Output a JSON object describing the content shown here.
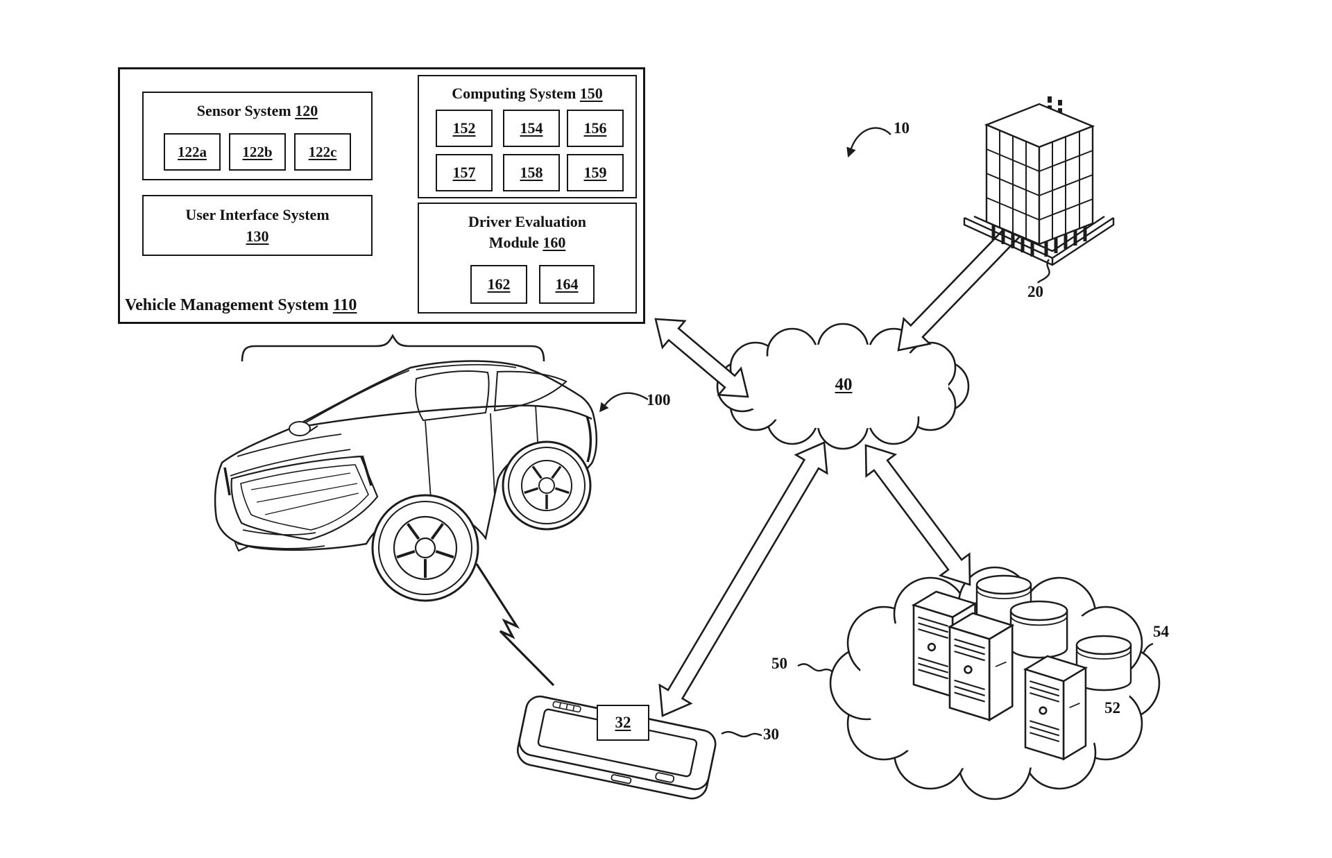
{
  "figure": {
    "labels": {
      "system_overview": "10",
      "remote_facility": "20",
      "mobile_device": "30",
      "mobile_app": "32",
      "network": "40",
      "cloud_system": "50",
      "server": "52",
      "datastore": "54",
      "vehicle": "100"
    },
    "vms": {
      "title": "Vehicle Management System",
      "ref": "110",
      "sensor_system": {
        "title": "Sensor System",
        "ref": "120",
        "sensors": [
          "122a",
          "122b",
          "122c"
        ]
      },
      "ui_system": {
        "title": "User Interface System",
        "ref": "130"
      },
      "computing_system": {
        "title": "Computing System",
        "ref": "150",
        "modules": [
          "152",
          "154",
          "156",
          "157",
          "158",
          "159"
        ]
      },
      "driver_eval": {
        "title_line1": "Driver Evaluation",
        "title_line2": "Module",
        "ref": "160",
        "modules": [
          "162",
          "164"
        ]
      }
    },
    "colors": {
      "ink": "#1c1c1c",
      "paper": "#ffffff"
    }
  }
}
